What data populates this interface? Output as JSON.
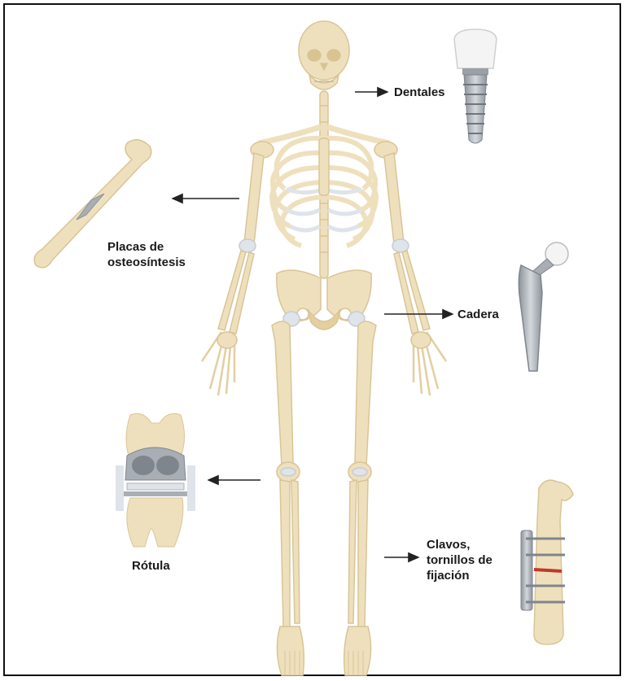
{
  "labels": {
    "dental": "Dentales",
    "plates": "Placas de\nosteosíntesis",
    "hip": "Cadera",
    "knee": "Rótula",
    "nails": "Clavos,\ntornillos de\nfijación"
  },
  "colors": {
    "bone": "#efe0bd",
    "bone_stroke": "#d8c597",
    "bone_shade": "#e3cfa0",
    "cartilage": "#dfe3ea",
    "metal": "#a9aeb5",
    "metal_dark": "#7f858d",
    "ceramic": "#f4f4f4",
    "fracture": "#c0392b",
    "arrow": "#222222"
  }
}
